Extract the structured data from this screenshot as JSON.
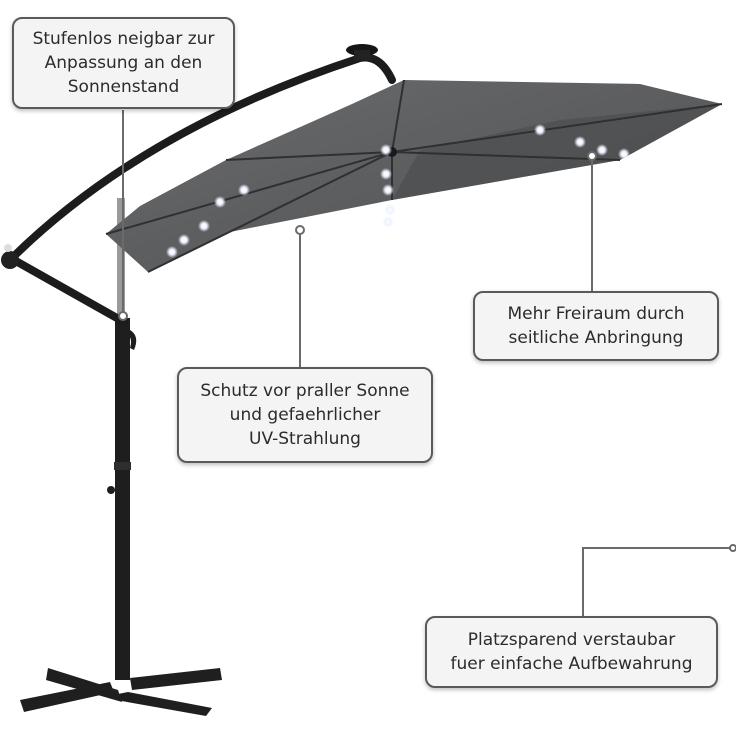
{
  "callouts": [
    {
      "text": "Stufenlos neigbar zur\nAnpassung an den\nSonnenstand"
    },
    {
      "text": "Mehr Freiraum durch\nseitliche Anbringung"
    },
    {
      "text": "Schutz vor praller Sonne\nund gefaehrlicher\nUV-Strahlung"
    },
    {
      "text": "Platzsparend verstaubar\nfuer einfache Aufbewahrung"
    }
  ],
  "colors": {
    "canopy": "#5b5c5e",
    "frame": "#1c1c1c",
    "callout_border": "#5a5a5a",
    "led": "#f4f7ff"
  }
}
